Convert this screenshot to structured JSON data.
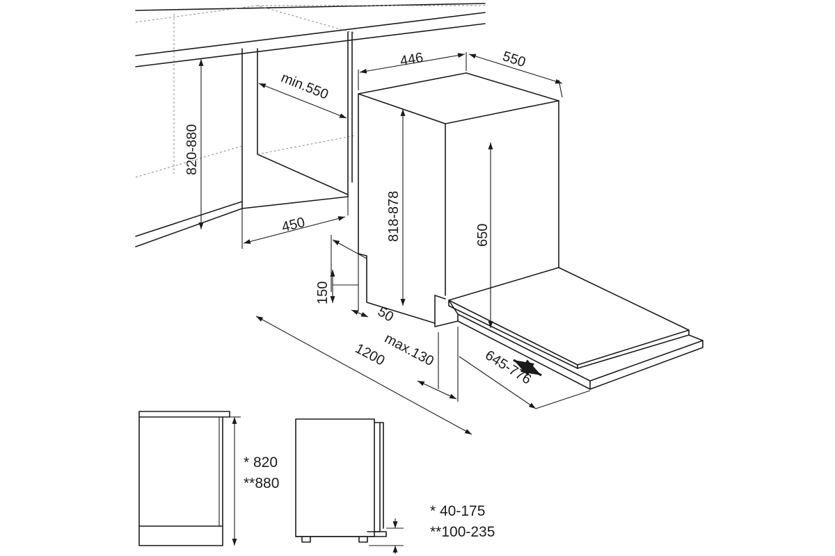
{
  "dimensions": {
    "width_unit": "446",
    "depth_unit": "550",
    "niche_depth": "min.550",
    "niche_height": "820-880",
    "niche_width": "450",
    "unit_height": "818-878",
    "door_height": "650",
    "plinth_height": "150",
    "plinth_setback": "50",
    "plinth_depth": "max.130",
    "door_opening": "645-776",
    "clearance": "1200"
  },
  "side_views": {
    "height_1": "* 820",
    "height_2": "**880",
    "foot_1": "*  40-175",
    "foot_2": "**100-235"
  }
}
